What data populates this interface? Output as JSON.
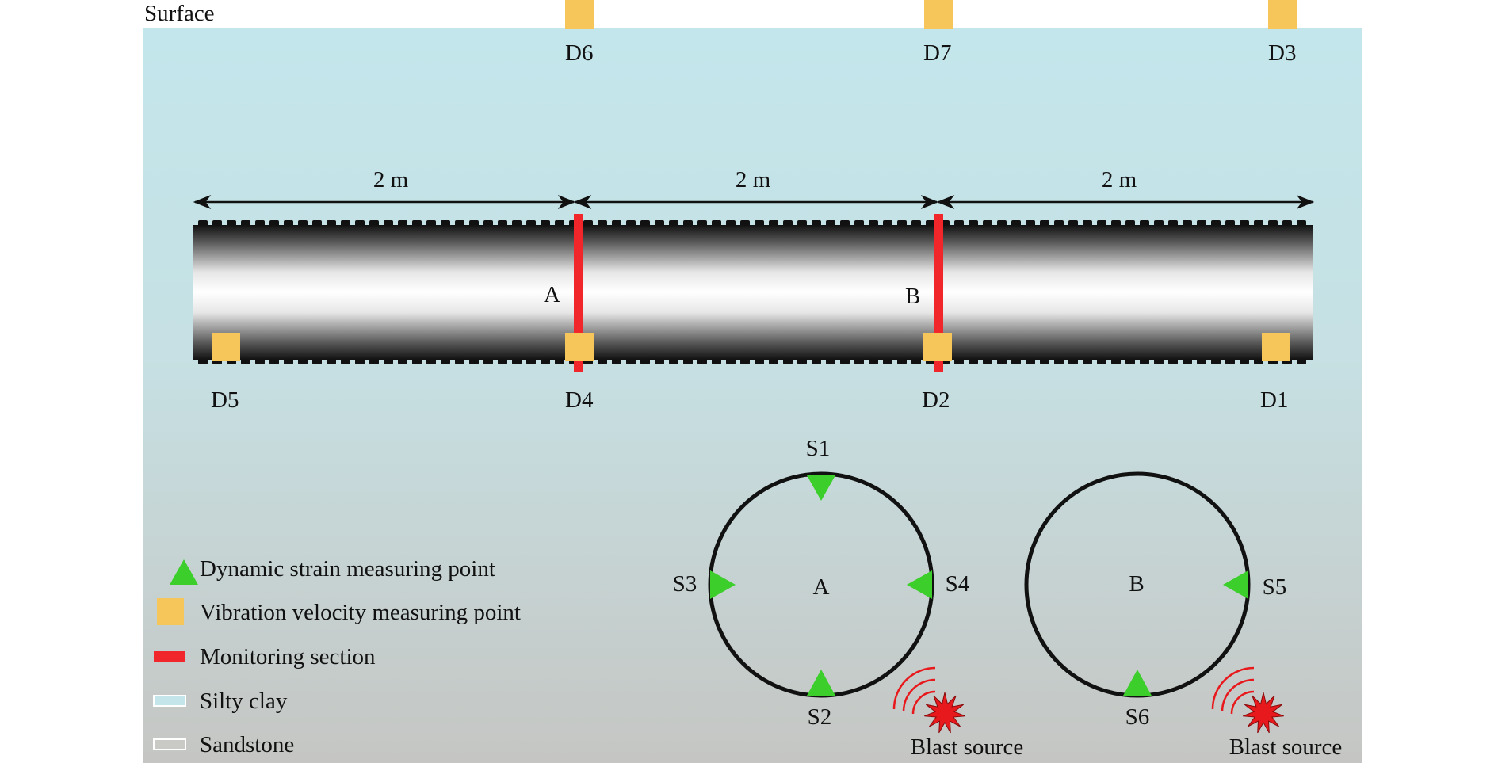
{
  "surface_label": "Surface",
  "distance_labels": [
    "2 m",
    "2 m",
    "2 m"
  ],
  "surface_points": [
    "D6",
    "D7",
    "D3"
  ],
  "pipe_points": [
    "D5",
    "D4",
    "D2",
    "D1"
  ],
  "sections": [
    "A",
    "B"
  ],
  "cross_section_A": {
    "center_label": "A",
    "strain_points": [
      "S1",
      "S3",
      "S4",
      "S2"
    ]
  },
  "cross_section_B": {
    "center_label": "B",
    "strain_points": [
      "S5",
      "S6"
    ]
  },
  "blast_label": "Blast source",
  "legend": [
    {
      "icon": "green-triangle-icon",
      "label": "Dynamic strain measuring point"
    },
    {
      "icon": "orange-square-icon",
      "label": "Vibration velocity measuring point"
    },
    {
      "icon": "red-bar-icon",
      "label": "Monitoring section"
    },
    {
      "icon": "light-blue-swatch-icon",
      "label": "Silty clay"
    },
    {
      "icon": "gray-swatch-icon",
      "label": "Sandstone"
    }
  ],
  "colors": {
    "strain_point": "#3ccf2b",
    "velocity_point": "#f6c65a",
    "monitoring_section": "#f0262b",
    "silty_clay": "#c4e6ea",
    "sandstone": "#c9c9c6",
    "blast": "#e8191c"
  }
}
